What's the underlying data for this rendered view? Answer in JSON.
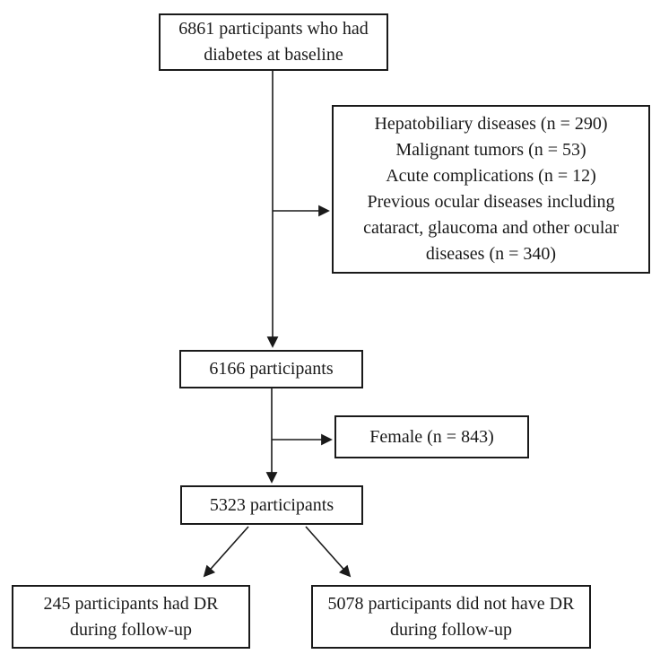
{
  "colors": {
    "line": "#1a1a1a",
    "box_border": "#1a1a1a",
    "text": "#1a1a1a",
    "background": "#ffffff"
  },
  "flowchart": {
    "boxes": {
      "baseline": "6861 participants who had diabetes at baseline",
      "exclusions": [
        "Hepatobiliary diseases (n = 290)",
        "Malignant tumors (n = 53)",
        "Acute complications (n = 12)",
        "Previous ocular diseases including cataract, glaucoma and other ocular diseases (n = 340)"
      ],
      "after_exclusions": "6166 participants",
      "female_excluded": "Female (n = 843)",
      "after_female": "5323 participants",
      "dr_outcome": "245 participants had DR during follow-up",
      "no_dr_outcome": "5078 participants did not have DR during follow-up"
    }
  }
}
